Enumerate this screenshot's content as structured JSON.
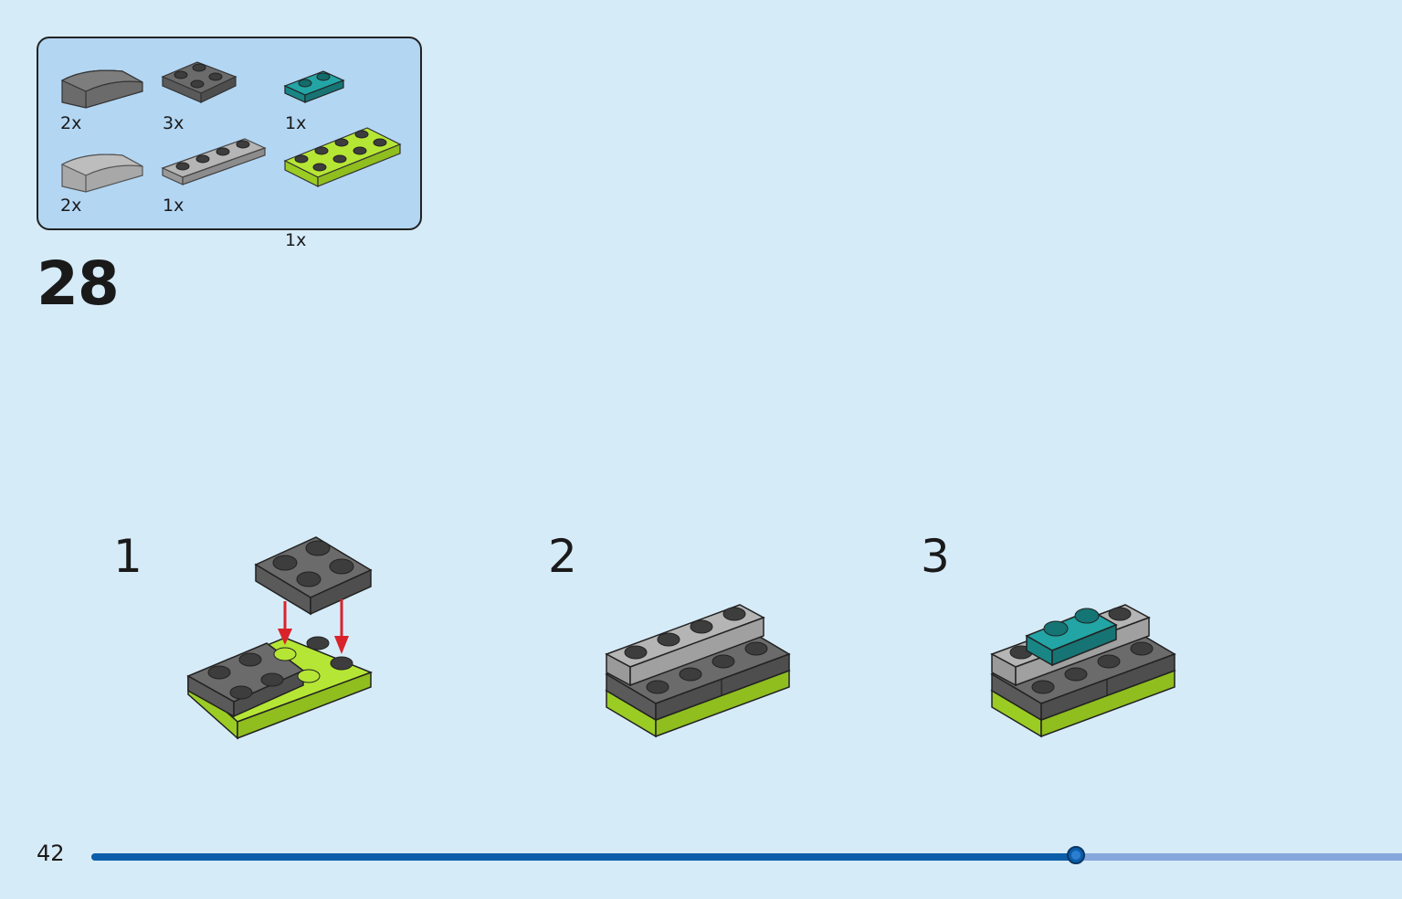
{
  "parts_list": [
    {
      "qty": "2x",
      "type": "curved-slope-dark-gray-icon"
    },
    {
      "qty": "3x",
      "type": "plate-2x2-dark-gray-icon"
    },
    {
      "qty": "1x",
      "type": "plate-1x2-teal-icon"
    },
    {
      "qty": "2x",
      "type": "curved-slope-light-gray-icon"
    },
    {
      "qty": "1x",
      "type": "plate-1x4-light-gray-icon"
    },
    {
      "qty": "1x",
      "type": "plate-2x4-lime-icon"
    }
  ],
  "step": {
    "number": "28"
  },
  "substeps": [
    {
      "number": "1"
    },
    {
      "number": "2"
    },
    {
      "number": "3"
    }
  ],
  "footer": {
    "page_number": "42",
    "progress": 0.751
  },
  "colors": {
    "background": "#d6ebf8",
    "parts_box": "#b3d6f3",
    "dark_gray": "#6b6b6b",
    "light_gray": "#a8a8a8",
    "teal": "#1f9a9a",
    "lime": "#b6e635",
    "arrow_red": "#d9232a",
    "progress_fill": "#0a5ea9",
    "progress_track": "#85a7dc"
  }
}
